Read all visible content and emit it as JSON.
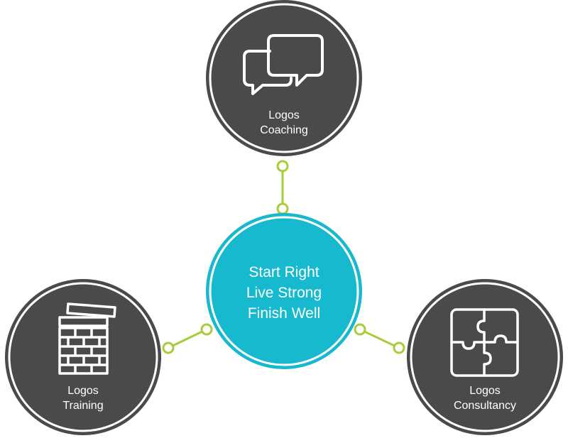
{
  "center": {
    "lines": [
      "Start Right",
      "Live Strong",
      "Finish Well"
    ],
    "color": "#17b9cf"
  },
  "nodes": {
    "coaching": {
      "line1": "Logos",
      "line2": "Coaching",
      "icon": "speech-bubbles-icon"
    },
    "training": {
      "line1": "Logos",
      "line2": "Training",
      "icon": "stacked-blocks-icon"
    },
    "consultancy": {
      "line1": "Logos",
      "line2": "Consultancy",
      "icon": "puzzle-icon"
    }
  },
  "colors": {
    "node_fill": "#4a4a4c",
    "node_ring": "#4a4a4c",
    "connector": "#a8cc3a",
    "text": "#ffffff"
  }
}
